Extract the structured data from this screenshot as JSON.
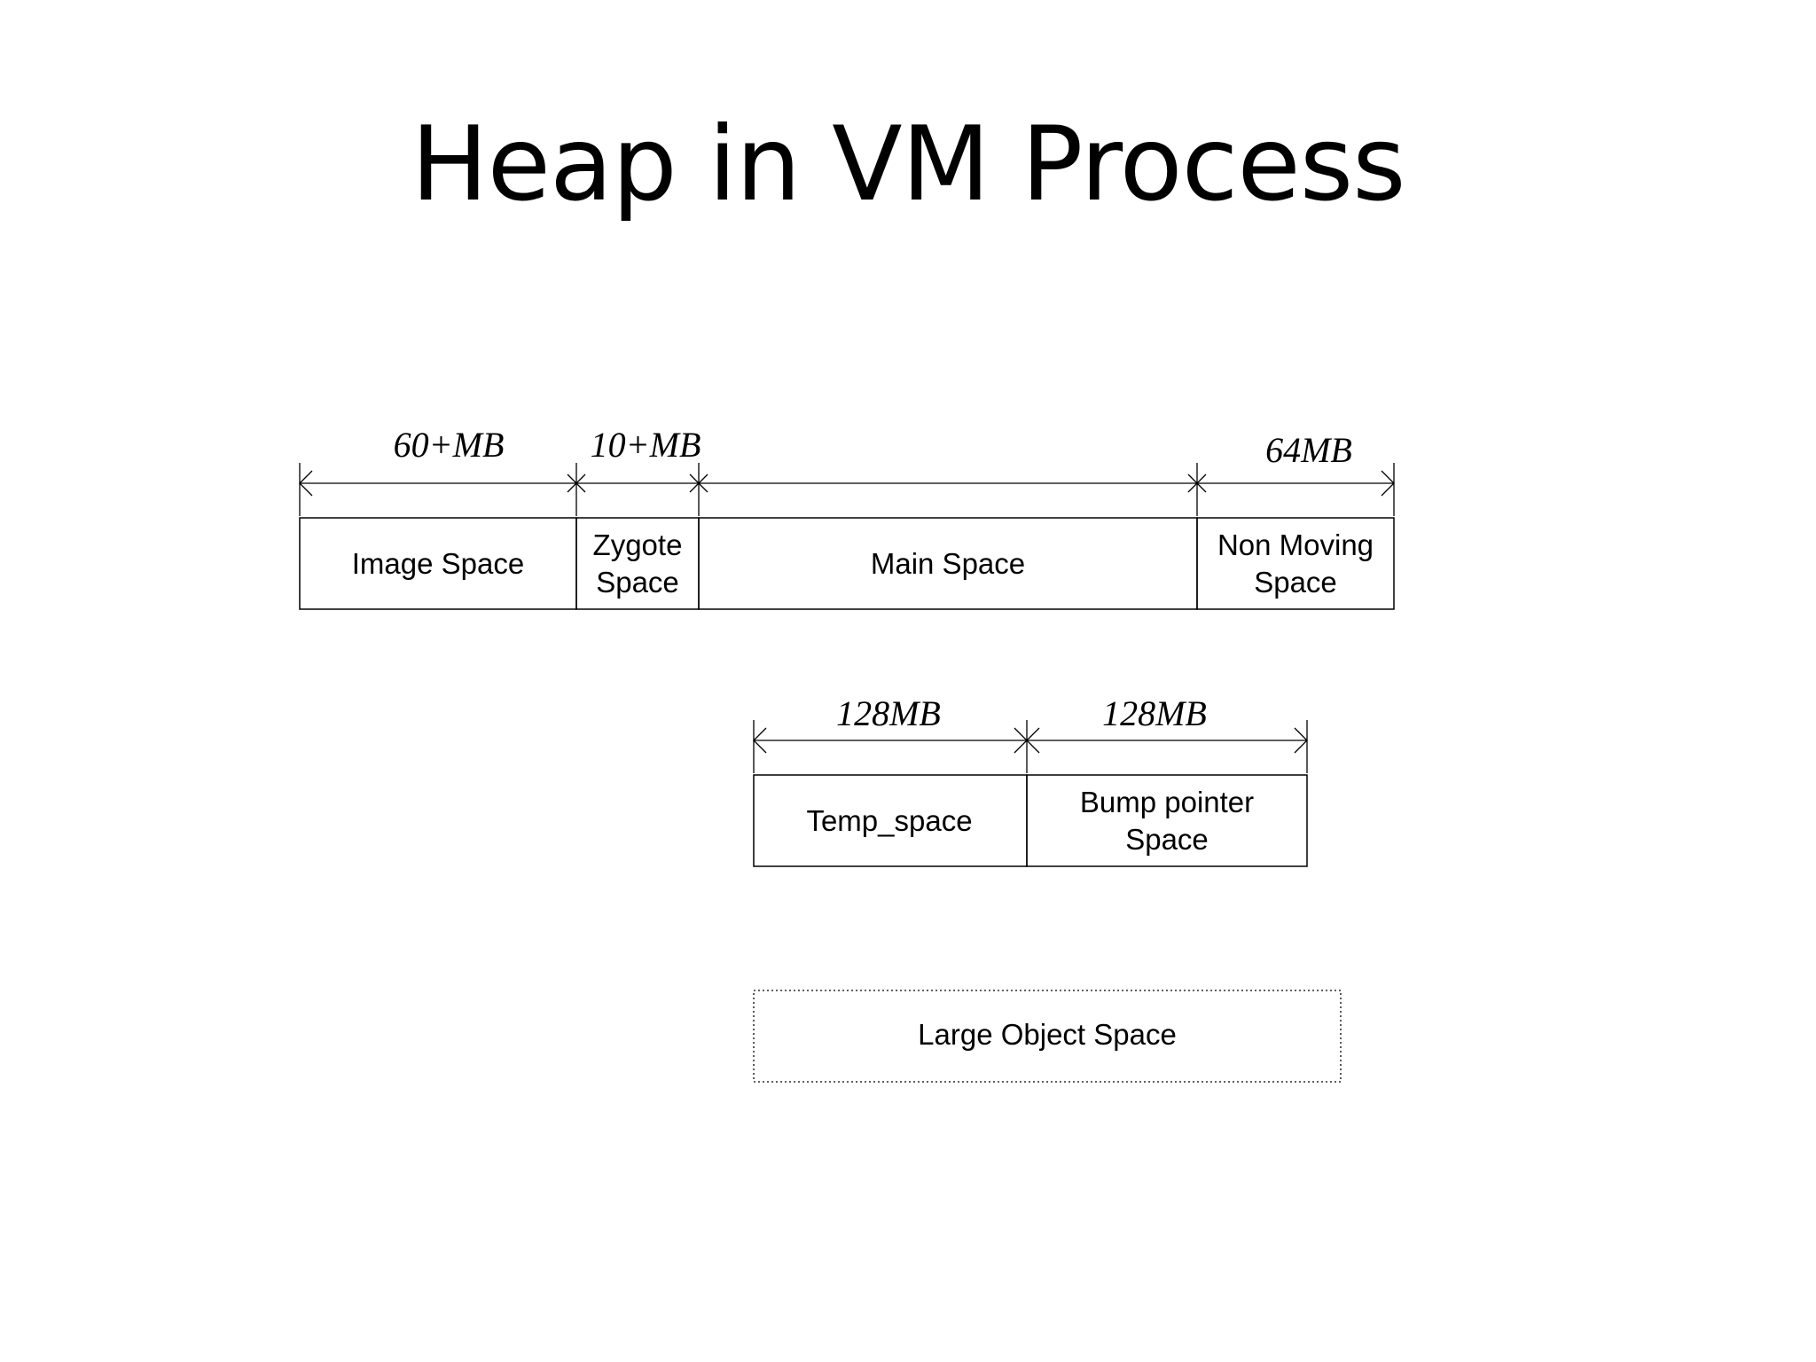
{
  "title": "Heap in VM Process",
  "heap_row": {
    "image_space": "Image Space",
    "zygote_space_line1": "Zygote",
    "zygote_space_line2": "Space",
    "main_space": "Main Space",
    "non_moving_line1": "Non Moving",
    "non_moving_line2": "Space",
    "dim_image": "60+MB",
    "dim_zygote": "10+MB",
    "dim_non_moving": "64MB"
  },
  "temp_row": {
    "temp_space": "Temp_space",
    "bump_pointer_line1": "Bump pointer",
    "bump_pointer_line2": "Space",
    "dim_temp": "128MB",
    "dim_bump": "128MB"
  },
  "large_object": {
    "label": "Large Object Space"
  }
}
